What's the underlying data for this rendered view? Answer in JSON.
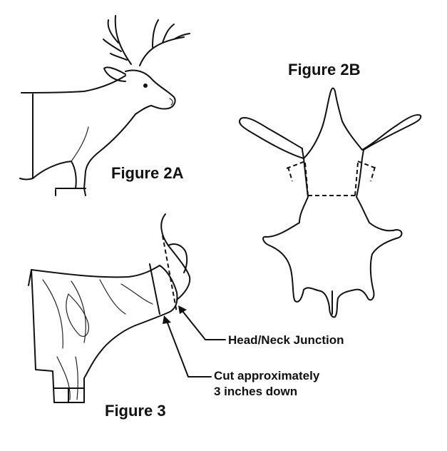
{
  "figure_2a": {
    "title": "Figure 2A"
  },
  "figure_2b": {
    "title": "Figure 2B"
  },
  "figure_3": {
    "title": "Figure 3",
    "callout_head_neck": "Head/Neck Junction",
    "callout_cut_line1": "Cut approximately",
    "callout_cut_line2": "3 inches down"
  }
}
